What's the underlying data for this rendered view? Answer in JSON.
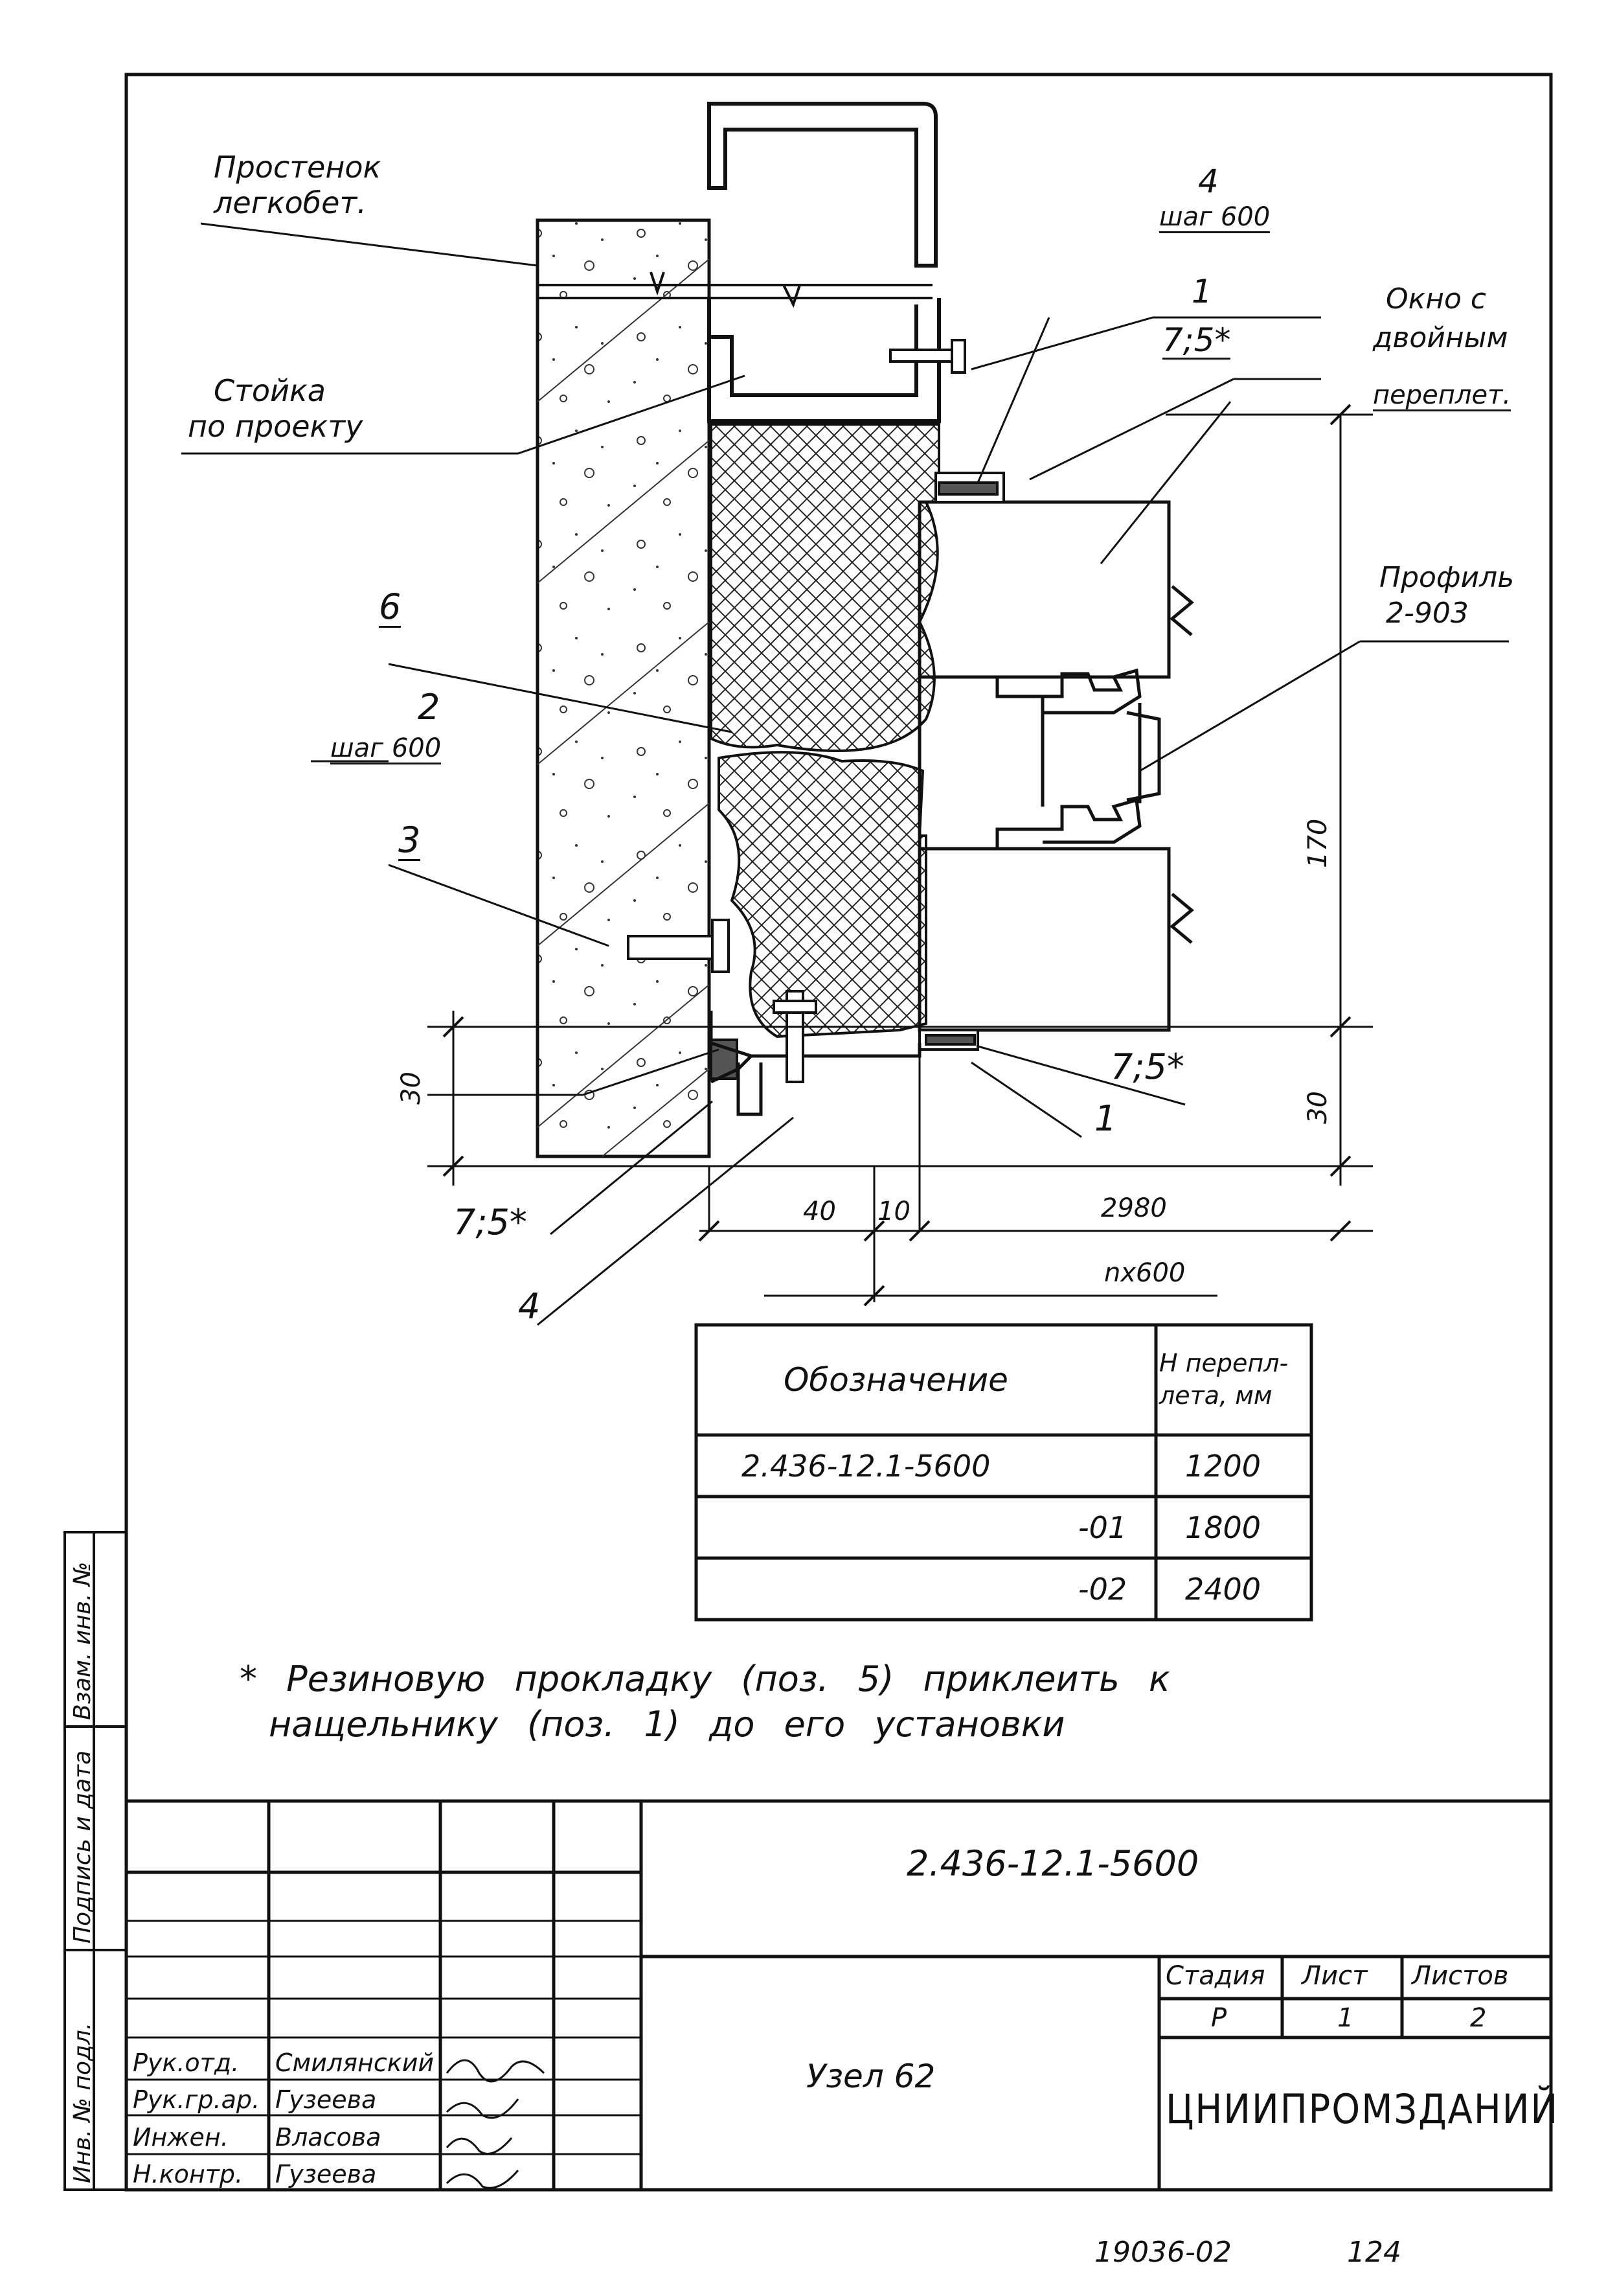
{
  "callouts": {
    "prostenok_l1": "Простенок",
    "prostenok_l2": "легкобет.",
    "stoika_l1": "Стойка",
    "stoika_l2": "по проекту",
    "pos4_top": "4",
    "pos4_top_step": "шаг 600",
    "pos1_top": "1",
    "gasket_top": "7;5*",
    "okno_l1": "Окно с",
    "okno_l2": "двойным",
    "okno_l3": "переплет.",
    "profil_l1": "Профиль",
    "profil_l2": "2-903",
    "pos6": "6",
    "pos2": "2",
    "pos2_step": "шаг 600",
    "pos3": "3",
    "gasket_right": "7;5*",
    "pos1_bottom": "1",
    "gasket_left": "7;5*",
    "pos4_bottom": "4"
  },
  "dimensions": {
    "d30_left": "30",
    "d30_right": "30",
    "d170": "170",
    "d40": "40",
    "d10": "10",
    "d2980": "2980",
    "n600": "nx600"
  },
  "spec_table": {
    "header_designation": "Обозначение",
    "header_h_l1": "H перепл-",
    "header_h_l2": "лета, мм",
    "rows": [
      {
        "designation": "2.436-12.1-5600",
        "height": "1200"
      },
      {
        "designation": "-01",
        "height": "1800"
      },
      {
        "designation": "-02",
        "height": "2400"
      }
    ]
  },
  "note": {
    "line1": "* Резиновую прокладку (поз. 5) приклеить к",
    "line2": "нащельнику (поз. 1) до его установки"
  },
  "side_stamp": {
    "inv_orig": "Инв. № подл.",
    "sign_date": "Подпись и дата",
    "vzam": "Взам. инв. №"
  },
  "title_block": {
    "doc_code": "2.436-12.1-5600",
    "node_title": "Узел 62",
    "stage_label": "Стадия",
    "sheet_label": "Лист",
    "sheets_label": "Листов",
    "stage_value": "Р",
    "sheet_value": "1",
    "sheets_value": "2",
    "organization": "ЦНИИПРОМЗДАНИЙ",
    "signatures": [
      {
        "role": "Рук.отд.",
        "name": "Смилянский"
      },
      {
        "role": "Рук.гр.ар.",
        "name": "Гузеева"
      },
      {
        "role": "Инжен.",
        "name": "Власова"
      },
      {
        "role": "Н.контр.",
        "name": "Гузеева"
      }
    ]
  },
  "footer": {
    "archive_no": "19036-02",
    "page_no": "124"
  }
}
